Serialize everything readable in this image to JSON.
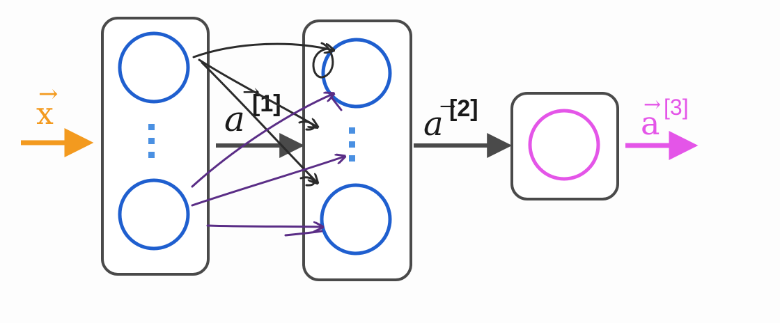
{
  "colors": {
    "box_stroke": "#4a4a4a",
    "neuron_blue": "#1f5fcf",
    "dots_blue": "#4a90e2",
    "input_orange": "#f39a1f",
    "output_magenta": "#e455e8",
    "arrow_gray": "#4a4a4a",
    "ink_black": "#2b2b2b",
    "ink_purple": "#5a2d86"
  },
  "labels": {
    "input": {
      "base": "x",
      "vec": "→",
      "sup": ""
    },
    "a1": {
      "base": "a",
      "vec": "→",
      "sup": "[1]"
    },
    "a2": {
      "base": "a",
      "vec": "→",
      "sup": "[2]"
    },
    "a3": {
      "base": "a",
      "vec": "→",
      "sup": "[3]"
    }
  },
  "layers": {
    "layer1": {
      "neurons": [
        "top",
        "bottom"
      ],
      "ellipsis": "⋮"
    },
    "layer2": {
      "neurons": [
        "top",
        "bottom"
      ],
      "ellipsis": "⋮"
    },
    "layer3": {
      "neurons": [
        "single"
      ]
    }
  }
}
